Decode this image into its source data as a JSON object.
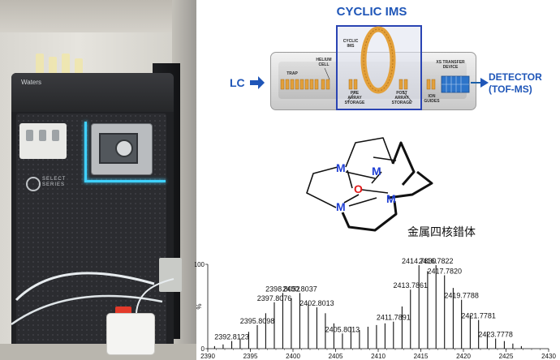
{
  "photo": {
    "brand": "Waters",
    "series_badge": [
      "SELECT",
      "SERIES"
    ]
  },
  "diagram": {
    "title": "CYCLIC IMS",
    "input": "LC",
    "output_line1": "DETECTOR",
    "output_line2": "(TOF-MS)",
    "labels": {
      "trap": "TRAP",
      "helium_1": "HELIUM",
      "helium_2": "CELL",
      "cyclic_1": "CYCLIC",
      "cyclic_2": "IMS",
      "pre_1": "PRE",
      "pre_2": "ARRAY",
      "pre_3": "STORAGE",
      "post_1": "POST",
      "post_2": "ARRAY",
      "post_3": "STORAGE",
      "xs_1": "XS TRANSFER",
      "xs_2": "DEVICE",
      "ion_1": "ION",
      "ion_2": "GUIDES"
    },
    "colors": {
      "accent": "#1f56b8",
      "ring": "#e3a03a",
      "frame": "#2a44b3"
    }
  },
  "molecule": {
    "metal": "M",
    "center": "O",
    "caption": "金属四核錯体",
    "colors": {
      "metal": "#1f3fd4",
      "oxygen": "#e01818"
    }
  },
  "chart_data": {
    "type": "bar",
    "xlim": [
      2390,
      2430
    ],
    "ylim": [
      0,
      100
    ],
    "ylabel": "%",
    "x_ticks": [
      2390,
      2395,
      2400,
      2405,
      2410,
      2415,
      2420,
      2425,
      2430
    ],
    "y_ticks": [
      0,
      100
    ],
    "peaks": [
      {
        "x": 2390.8,
        "y": 3
      },
      {
        "x": 2391.8,
        "y": 5
      },
      {
        "x": 2392.8123,
        "y": 9,
        "label": "2392.8123"
      },
      {
        "x": 2393.8,
        "y": 12
      },
      {
        "x": 2394.8,
        "y": 20
      },
      {
        "x": 2395.8098,
        "y": 28,
        "label": "2395.8098"
      },
      {
        "x": 2396.8,
        "y": 42
      },
      {
        "x": 2397.8076,
        "y": 55,
        "label": "2397.8076"
      },
      {
        "x": 2398.8052,
        "y": 66,
        "label": "2398.8052"
      },
      {
        "x": 2399.8,
        "y": 60
      },
      {
        "x": 2400.8037,
        "y": 66,
        "label": "2400.8037"
      },
      {
        "x": 2401.8,
        "y": 55
      },
      {
        "x": 2402.8013,
        "y": 49,
        "label": "2402.8013"
      },
      {
        "x": 2403.8,
        "y": 42
      },
      {
        "x": 2404.8,
        "y": 30
      },
      {
        "x": 2405.8013,
        "y": 18,
        "label": "2405.8013"
      },
      {
        "x": 2406.8,
        "y": 26
      },
      {
        "x": 2407.8,
        "y": 22
      },
      {
        "x": 2408.8,
        "y": 26
      },
      {
        "x": 2409.8,
        "y": 28
      },
      {
        "x": 2410.8,
        "y": 30
      },
      {
        "x": 2411.7891,
        "y": 32,
        "label": "2411.7891"
      },
      {
        "x": 2412.8,
        "y": 50
      },
      {
        "x": 2413.7861,
        "y": 70,
        "label": "2413.7861"
      },
      {
        "x": 2414.783,
        "y": 99,
        "label": "2414.7830"
      },
      {
        "x": 2415.8,
        "y": 92
      },
      {
        "x": 2416.7822,
        "y": 99,
        "label": "2416.7822"
      },
      {
        "x": 2417.782,
        "y": 87,
        "label": "2417.7820"
      },
      {
        "x": 2418.8,
        "y": 72
      },
      {
        "x": 2419.7788,
        "y": 58,
        "label": "2419.7788"
      },
      {
        "x": 2420.8,
        "y": 40
      },
      {
        "x": 2421.7781,
        "y": 34,
        "label": "2421.7781"
      },
      {
        "x": 2422.8,
        "y": 20
      },
      {
        "x": 2423.7778,
        "y": 12,
        "label": "2423.7778"
      },
      {
        "x": 2424.8,
        "y": 9
      },
      {
        "x": 2425.8,
        "y": 6
      },
      {
        "x": 2426.8,
        "y": 3
      }
    ]
  }
}
